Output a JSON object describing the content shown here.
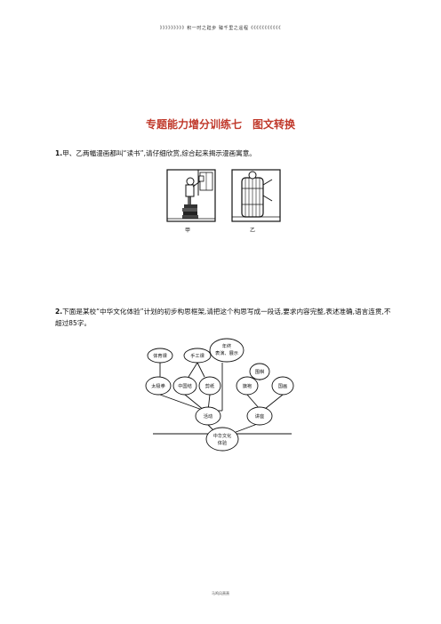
{
  "header": {
    "text": "》》》》》》》》》积一时之跬步 臻千里之遥程《《《《《《《《《《《"
  },
  "title": "专题能力增分训练七　图文转换",
  "q1": {
    "num": "1.",
    "text": "甲、乙两幅漫画都叫“读书”,请仔细欣赏,综合起来揭示漫画寓意。",
    "caption_left": "甲",
    "caption_right": "乙"
  },
  "q2": {
    "num": "2.",
    "text": "下面是某校“中华文化体验”计划的初步构思框架,请把这个构思写成一段话,要求内容完整,表述准确,语言连贯,不超过85字。"
  },
  "diagram": {
    "nodes": {
      "tiyu": "体育课",
      "shougong": "手工课",
      "nianzhong_1": "年终",
      "nianzhong_2": "表演、展示",
      "taiji": "太极拳",
      "zhongguojie": "中国结",
      "jianzhi": "剪纸",
      "weiqi": "围棋",
      "qipao": "旗袍",
      "guohua": "国画",
      "huodong": "活动",
      "jiangzuo": "讲座",
      "root_1": "中华文化",
      "root_2": "体验"
    }
  },
  "footer": "马鸣风萧萧"
}
